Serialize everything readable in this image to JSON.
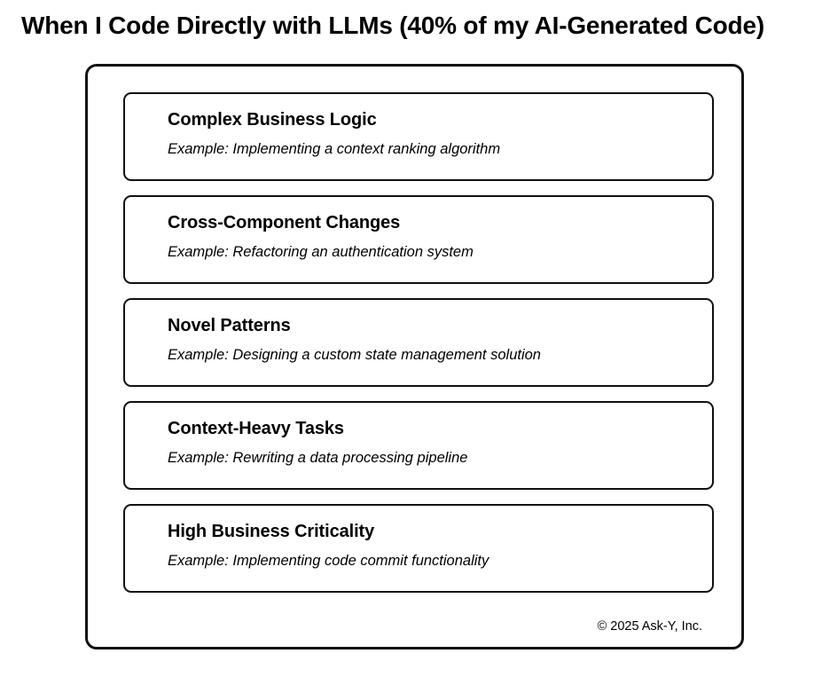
{
  "page": {
    "title": "When I Code Directly with LLMs (40% of my AI-Generated Code)",
    "background_color": "#ffffff",
    "border_color": "#111111",
    "text_color": "#000000"
  },
  "panel": {
    "cards": [
      {
        "title": "Complex Business Logic",
        "example": "Example: Implementing a context ranking algorithm"
      },
      {
        "title": "Cross-Component Changes",
        "example": "Example: Refactoring an authentication system"
      },
      {
        "title": "Novel Patterns",
        "example": "Example: Designing a custom state management solution"
      },
      {
        "title": "Context-Heavy Tasks",
        "example": "Example: Rewriting a data processing pipeline"
      },
      {
        "title": "High Business Criticality",
        "example": "Example: Implementing code commit functionality"
      }
    ],
    "copyright": "© 2025 Ask-Y, Inc."
  }
}
